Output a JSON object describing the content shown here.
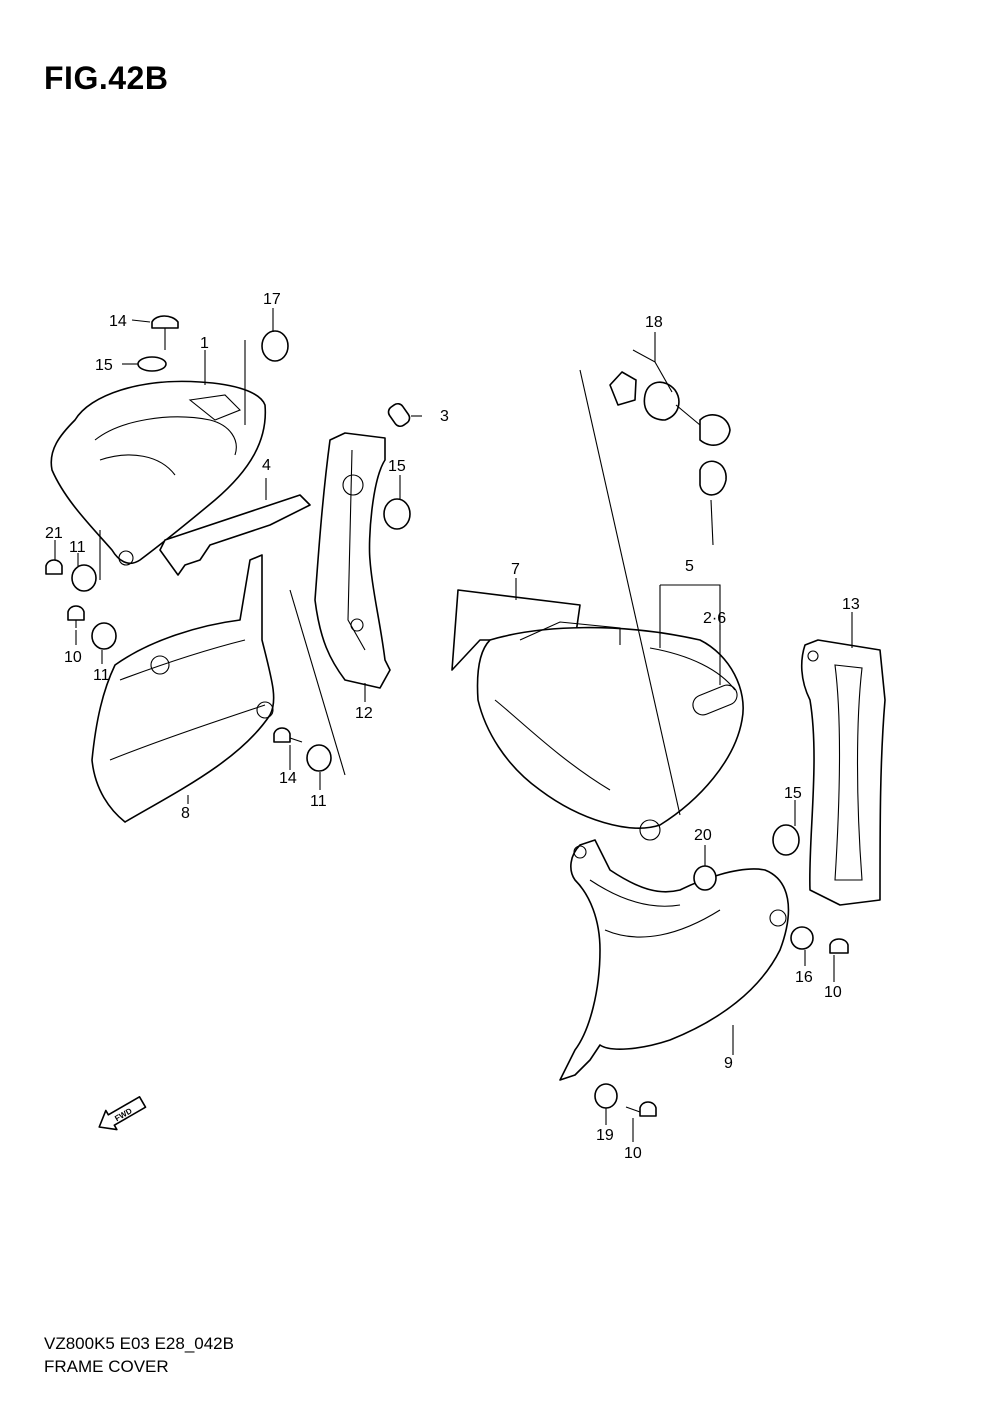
{
  "figure": {
    "title": "FIG.42B"
  },
  "callouts": [
    "1",
    "2·6",
    "3",
    "4",
    "5",
    "7",
    "8",
    "9",
    "10",
    "11",
    "12",
    "13",
    "14",
    "15",
    "16",
    "17",
    "18",
    "19",
    "20",
    "21"
  ],
  "fwd_label": "FWD",
  "footer": {
    "model_code": "VZ800K5 E03 E28_042B",
    "section_name": "FRAME COVER"
  }
}
